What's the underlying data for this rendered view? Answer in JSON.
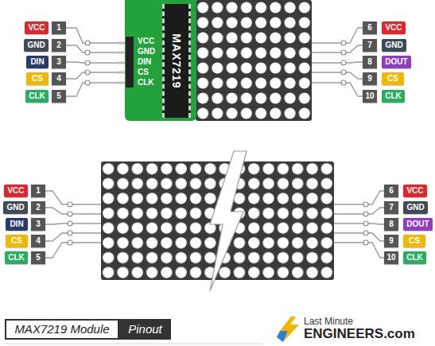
{
  "diagram": {
    "nodes": [
      {
        "text": [
          "VCC"
        ]
      },
      {
        "text": [
          "1"
        ]
      },
      {
        "text": [
          "GND"
        ]
      },
      {
        "text": [
          "2"
        ]
      },
      {
        "text": [
          "DIN"
        ]
      },
      {
        "text": [
          "3"
        ]
      },
      {
        "text": [
          "CS"
        ]
      },
      {
        "text": [
          "4"
        ]
      },
      {
        "text": [
          "CLK"
        ]
      },
      {
        "text": [
          "5"
        ]
      },
      {
        "text": [
          "VCC",
          "GND",
          "DIN",
          "CS",
          "CLK"
        ]
      },
      {
        "text": [
          "MAX7219"
        ],
        "in": 10
      },
      {
        "text": [
          "6"
        ]
      },
      {
        "text": [
          "VCC"
        ]
      },
      {
        "text": [
          "7"
        ]
      },
      {
        "text": [
          "GND"
        ]
      },
      {
        "text": [
          "8"
        ]
      },
      {
        "text": [
          "DOUT"
        ]
      },
      {
        "text": [
          "9"
        ]
      },
      {
        "text": [
          "CS"
        ]
      },
      {
        "text": [
          "10"
        ]
      },
      {
        "text": [
          "CLK"
        ]
      },
      {
        "text": [
          "VCC"
        ]
      },
      {
        "text": [
          "1"
        ]
      },
      {
        "text": [
          "GND"
        ]
      },
      {
        "text": [
          "2"
        ]
      },
      {
        "text": [
          "DIN"
        ]
      },
      {
        "text": [
          "3"
        ]
      },
      {
        "text": [
          "CS"
        ]
      },
      {
        "text": [
          "4"
        ]
      },
      {
        "text": [
          "CLK"
        ]
      },
      {
        "text": [
          "5"
        ]
      },
      {
        "text": [
          "6"
        ]
      },
      {
        "text": [
          "VCC"
        ]
      },
      {
        "text": [
          "7"
        ]
      },
      {
        "text": [
          "GND"
        ]
      },
      {
        "text": [
          "8"
        ]
      },
      {
        "text": [
          "DOUT"
        ]
      },
      {
        "text": [
          "9"
        ]
      },
      {
        "text": [
          "CS"
        ]
      },
      {
        "text": [
          "10"
        ]
      },
      {
        "text": [
          "CLK"
        ]
      },
      {
        "text": [
          "MAX7219 Module"
        ]
      },
      {
        "text": [
          "Pinout"
        ]
      }
    ],
    "labels": [
      "Last Minute",
      "ENGINEERS.com"
    ]
  }
}
